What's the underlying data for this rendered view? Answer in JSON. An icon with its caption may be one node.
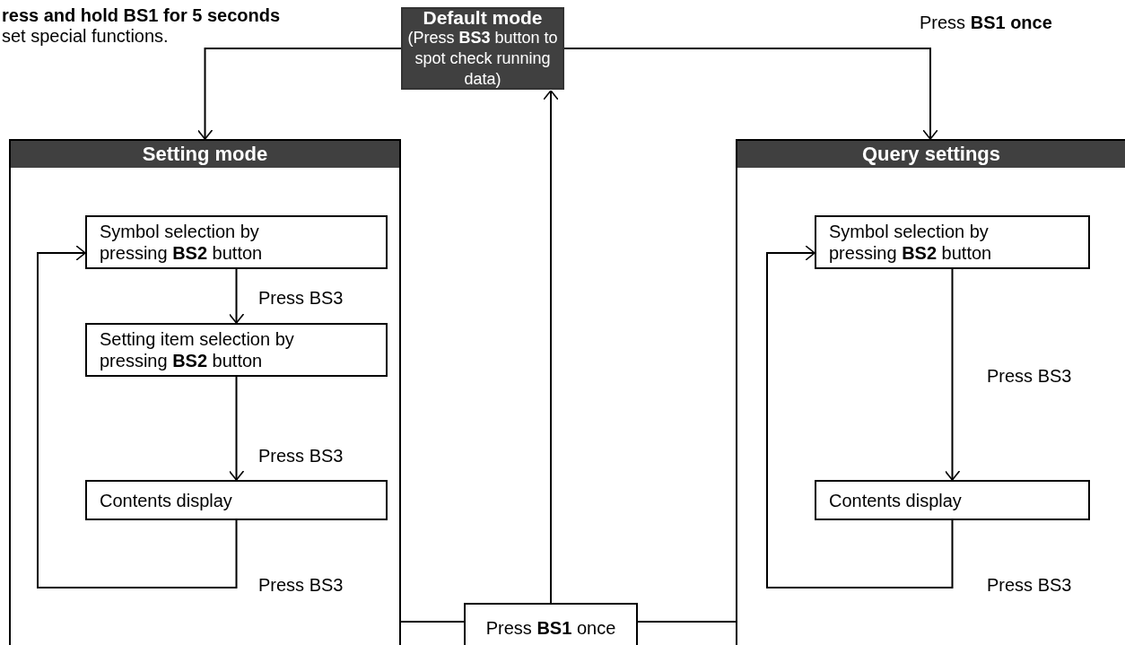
{
  "diagram": {
    "nodes": [
      {
        "text": [
          "Default mode",
          "(Press **BS3** button  to spot check running data)"
        ]
      },
      {
        "text": [
          "Setting mode"
        ]
      },
      {
        "text": [
          "Symbol selection by pressing **BS2** button"
        ],
        "in": 1
      },
      {
        "text": [
          "Setting item selection by pressing **BS2** button"
        ],
        "in": 1
      },
      {
        "text": [
          "Contents display"
        ],
        "in": 1
      },
      {
        "text": [
          "Query settings"
        ]
      },
      {
        "text": [
          "Symbol selection by pressing **BS2** button"
        ],
        "in": 5
      },
      {
        "text": [
          "Contents display"
        ],
        "in": 5
      },
      {
        "text": [
          "Press **BS1** once"
        ]
      }
    ],
    "edges": [
      {
        "from": 0,
        "to": 1,
        "arrow": "to",
        "label": "**ress and hold BS1 for 5 seconds** set special functions."
      },
      {
        "from": 0,
        "to": 5,
        "arrow": "to",
        "label": "Press **BS1 once**"
      },
      {
        "from": 2,
        "to": 3,
        "arrow": "to",
        "label": "Press BS3"
      },
      {
        "from": 3,
        "to": 4,
        "arrow": "to",
        "label": "Press BS3"
      },
      {
        "from": 4,
        "to": 2,
        "arrow": "to",
        "label": "Press BS3"
      },
      {
        "from": 6,
        "to": 7,
        "arrow": "to",
        "label": "Press BS3"
      },
      {
        "from": 7,
        "to": 6,
        "arrow": "to",
        "label": "Press BS3"
      },
      {
        "from": 1,
        "to": 8,
        "arrow": "none"
      },
      {
        "from": 5,
        "to": 8,
        "arrow": "none"
      },
      {
        "from": 8,
        "to": 0,
        "arrow": "to"
      }
    ]
  }
}
